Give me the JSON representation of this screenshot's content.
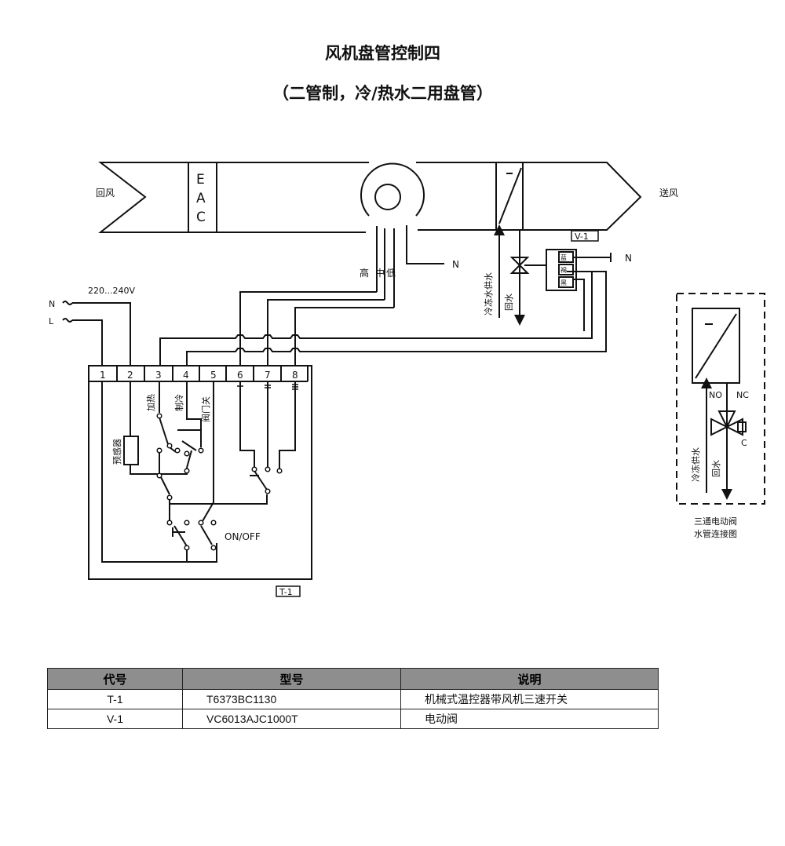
{
  "title": "风机盘管控制四",
  "subtitle": "（二管制，冷/热水二用盘管）",
  "duct": {
    "return_air": "回风",
    "supply_air": "送风",
    "eac": [
      "E",
      "A",
      "C"
    ]
  },
  "fan": {
    "high": "高",
    "mid": "中",
    "low": "低",
    "neutral": "N"
  },
  "valve": {
    "tag": "V-1",
    "wires": [
      "蓝",
      "褐",
      "黑"
    ],
    "neutral": "N",
    "chilled_supply": "冷冻水供水",
    "return": "回水"
  },
  "power": {
    "n": "N",
    "l": "L",
    "voltage": "220...240V"
  },
  "thermostat": {
    "tag": "T-1",
    "terminals": [
      "1",
      "2",
      "3",
      "4",
      "5",
      "6",
      "7",
      "8"
    ],
    "heat": "加热",
    "cool": "制冷",
    "valve_off": "阀门关",
    "sensor": "预感器",
    "onoff": "ON/OFF"
  },
  "inset": {
    "no": "NO",
    "nc": "NC",
    "c": "C",
    "chilled_supply": "冷冻供水",
    "return": "回水",
    "caption_1": "三通电动阀",
    "caption_2": "水管连接图"
  },
  "table": {
    "headers": [
      "代号",
      "型号",
      "说明"
    ],
    "rows": [
      [
        "T-1",
        "T6373BC1130",
        "机械式温控器带风机三速开关"
      ],
      [
        "V-1",
        "VC6013AJC1000T",
        "电动阀"
      ]
    ]
  }
}
